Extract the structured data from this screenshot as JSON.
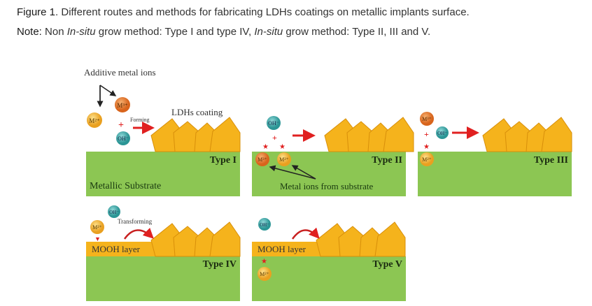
{
  "caption": {
    "label": "Figure 1",
    "text": ". Different routes and methods for fabricating LDHs coatings on metallic implants surface."
  },
  "note": {
    "label": "Note:",
    "p1": " Non ",
    "insitu1": "In-situ",
    "p2": " grow method: Type I and type IV, ",
    "insitu2": "In-situ",
    "p3": " grow method: Type II, III and V."
  },
  "figure": {
    "additive_label": "Additive metal ions",
    "ldhs_label": "LDHs coating",
    "forming_label": "Forming",
    "transforming_label": "Transforming",
    "substrate_label": "Metallic Substrate",
    "metal_ions_label": "Metal ions from substrate",
    "mooh_label": "MOOH layer",
    "ion_m3": "M³⁺",
    "ion_m2": "M²⁺",
    "ion_oh": "OH⁻",
    "plus": "+",
    "types": [
      "Type I",
      "Type II",
      "Type III",
      "Type IV",
      "Type V"
    ],
    "colors": {
      "substrate": "#8cc653",
      "coating": "#f5b31c",
      "arrow": "#e02020",
      "oh": "#3aa6a6",
      "m2": "#f0ae2e",
      "m3": "#e2782a"
    }
  }
}
